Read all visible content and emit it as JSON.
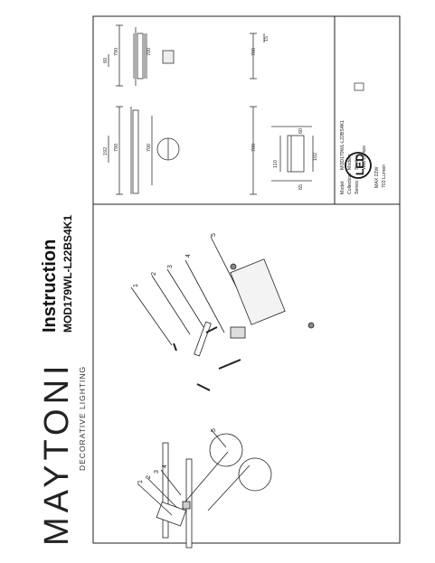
{
  "header": {
    "brand": "MAYTONI",
    "tagline": "DECORATIVE LIGHTING",
    "title": "Instruction",
    "model_code": "MOD179WL-L22BS4K1"
  },
  "dimensions": {
    "side_total": "790",
    "side_inner": "700",
    "side_bottom": "700",
    "side_height": "60",
    "side_depth": "15",
    "front_total": "790",
    "front_inner": "700",
    "front_bottom": "700",
    "front_height": "192",
    "mount_width": "60",
    "mount_height": "110",
    "mount_side": "102",
    "mount_depth": "65"
  },
  "spec": {
    "model_label": "Model:",
    "model_value": "MOD179WL-L22BS4K1",
    "collection_label": "Collection:",
    "collection_value": "Modern",
    "series_label": "Series:",
    "series_value": "Skyline",
    "type_value": "Wall Lamps",
    "led_badge": "LED",
    "power": "MAX 22W",
    "lumens": "703 Lumen"
  },
  "parts": {
    "n1": "1",
    "n2": "2",
    "n3": "3",
    "n4": "4",
    "n5": "5",
    "m1": "1",
    "m2": "2",
    "m3": "3",
    "m4": "4",
    "m5": "5"
  },
  "colors": {
    "line": "#222222",
    "brand_accent": "#222222"
  }
}
